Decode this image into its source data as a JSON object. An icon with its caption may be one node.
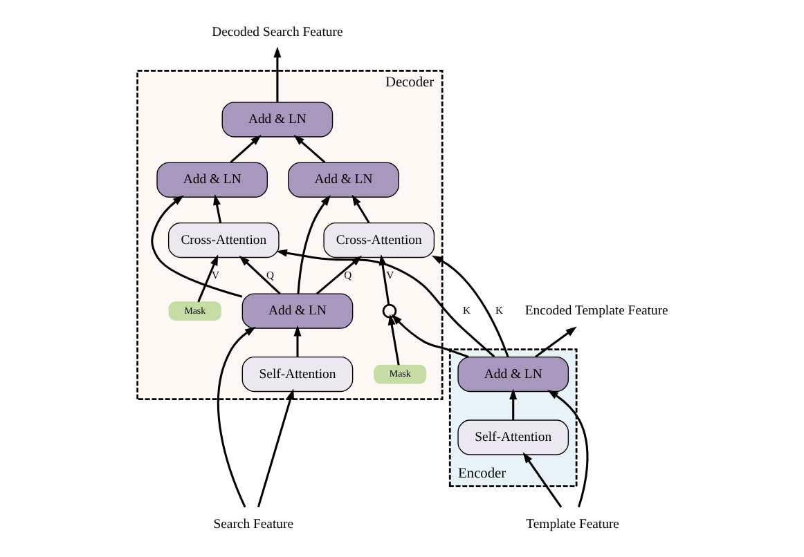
{
  "diagram": {
    "nodes": [
      {
        "text": [
          "Encoder"
        ]
      },
      {
        "text": [
          "Add & LN"
        ],
        "in": 0
      },
      {
        "text": [
          "Self-Attention"
        ],
        "in": 0
      },
      {
        "text": [
          "Template Feature"
        ]
      },
      {
        "text": [
          "Encoded Template Feature"
        ]
      },
      {
        "text": [
          "Decoder"
        ]
      },
      {
        "text": [
          "Add & LN"
        ],
        "in": 5
      },
      {
        "text": [
          "Add & LN"
        ],
        "in": 5
      },
      {
        "text": [
          "Cross-Attention"
        ],
        "in": 5
      },
      {
        "text": [
          "Add & LN"
        ],
        "in": 5
      },
      {
        "text": [
          "Cross-Attention"
        ],
        "in": 5
      },
      {
        "text": [
          "Mask"
        ],
        "in": 5
      },
      {
        "text": [],
        "shape": "circle",
        "in": 5
      },
      {
        "text": [
          "Mask"
        ],
        "in": 5
      },
      {
        "text": [
          "Add & LN"
        ],
        "in": 5
      },
      {
        "text": [
          "Self-Attention"
        ],
        "in": 5
      },
      {
        "text": [
          "Search Feature"
        ]
      },
      {
        "text": [
          "Decoded Search Feature"
        ]
      }
    ],
    "edges": [
      {
        "from": 3,
        "to": 2,
        "arrow": "to"
      },
      {
        "from": 3,
        "to": 1,
        "arrow": "to"
      },
      {
        "from": 2,
        "to": 1,
        "arrow": "to"
      },
      {
        "from": 1,
        "to": 4,
        "arrow": "to"
      },
      {
        "from": 1,
        "to": 12,
        "arrow": "to"
      },
      {
        "from": 11,
        "to": 12,
        "arrow": "to"
      },
      {
        "from": 12,
        "to": 8,
        "arrow": "to",
        "label": "V"
      },
      {
        "from": 1,
        "to": 8,
        "arrow": "to",
        "label": "K"
      },
      {
        "from": 14,
        "to": 8,
        "arrow": "to",
        "label": "Q"
      },
      {
        "from": 14,
        "to": 7,
        "arrow": "to"
      },
      {
        "from": 8,
        "to": 7,
        "arrow": "to"
      },
      {
        "from": 13,
        "to": 10,
        "arrow": "to",
        "label": "V"
      },
      {
        "from": 1,
        "to": 10,
        "arrow": "to",
        "label": "K"
      },
      {
        "from": 14,
        "to": 10,
        "arrow": "to",
        "label": "Q"
      },
      {
        "from": 14,
        "to": 9,
        "arrow": "to"
      },
      {
        "from": 10,
        "to": 9,
        "arrow": "to"
      },
      {
        "from": 7,
        "to": 6,
        "arrow": "to"
      },
      {
        "from": 9,
        "to": 6,
        "arrow": "to"
      },
      {
        "from": 6,
        "to": 17,
        "arrow": "to"
      },
      {
        "from": 16,
        "to": 15,
        "arrow": "to"
      },
      {
        "from": 16,
        "to": 14,
        "arrow": "to"
      },
      {
        "from": 15,
        "to": 14,
        "arrow": "to"
      }
    ]
  }
}
